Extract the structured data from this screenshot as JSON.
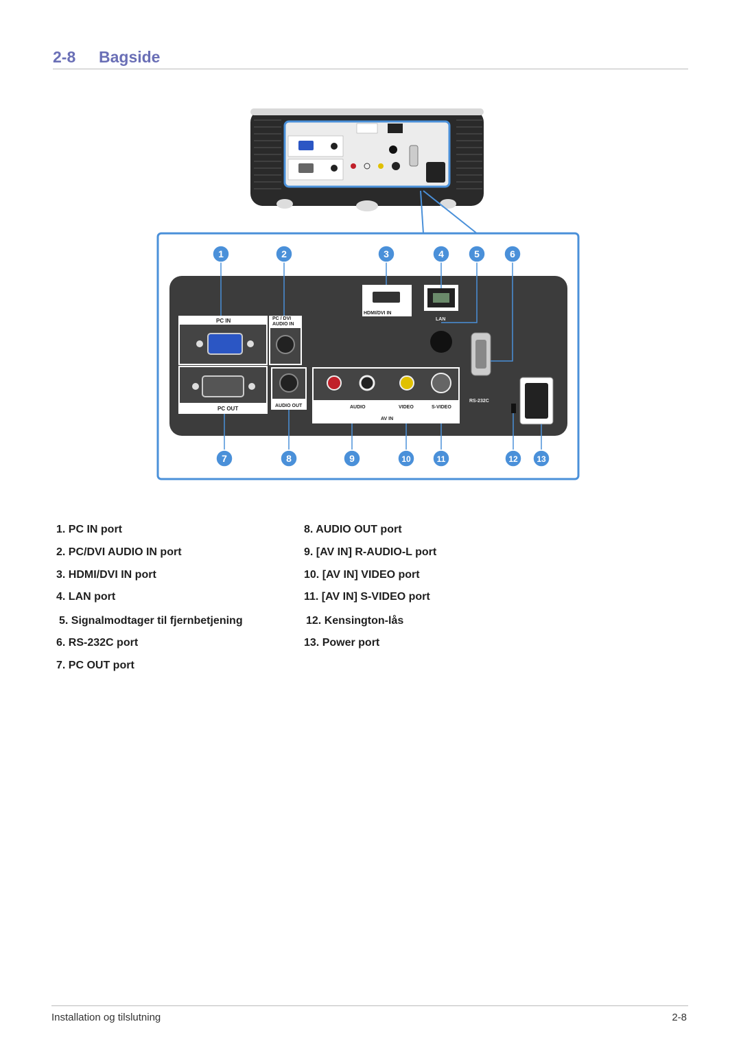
{
  "header": {
    "section_number": "2-8",
    "section_title": "Bagside"
  },
  "figure": {
    "callouts": [
      "1",
      "2",
      "3",
      "4",
      "5",
      "6",
      "7",
      "8",
      "9",
      "10",
      "11",
      "12",
      "13"
    ],
    "panel_labels": {
      "pc_in": "PC IN",
      "pc_dvi_audio_in_1": "PC / DVI",
      "pc_dvi_audio_in_2": "AUDIO IN",
      "hdmi_dvi_in": "HDMI/DVI IN",
      "lan": "LAN",
      "pc_out": "PC OUT",
      "audio_out": "AUDIO OUT",
      "audio": "AUDIO",
      "video": "VIDEO",
      "s_video": "S-VIDEO",
      "av_in": "AV IN",
      "rs232c": "RS-232C"
    },
    "colors": {
      "callout": "#4a90d9",
      "frame": "#5aa0e0",
      "panel": "#3c3c3c"
    }
  },
  "ports_left": [
    "1. PC IN port",
    "2. PC/DVI AUDIO IN port",
    "3. HDMI/DVI IN port",
    "4. LAN port",
    "5. Signalmodtager til fjernbetjening",
    "6. RS-232C port",
    "7. PC OUT  port"
  ],
  "ports_right": [
    "8. AUDIO OUT port",
    "9. [AV IN] R-AUDIO-L port",
    "10. [AV IN] VIDEO port",
    "11. [AV IN] S-VIDEO port",
    "12. Kensington-lås",
    "13. Power port"
  ],
  "footer": {
    "left": "Installation og tilslutning",
    "right": "2-8"
  }
}
